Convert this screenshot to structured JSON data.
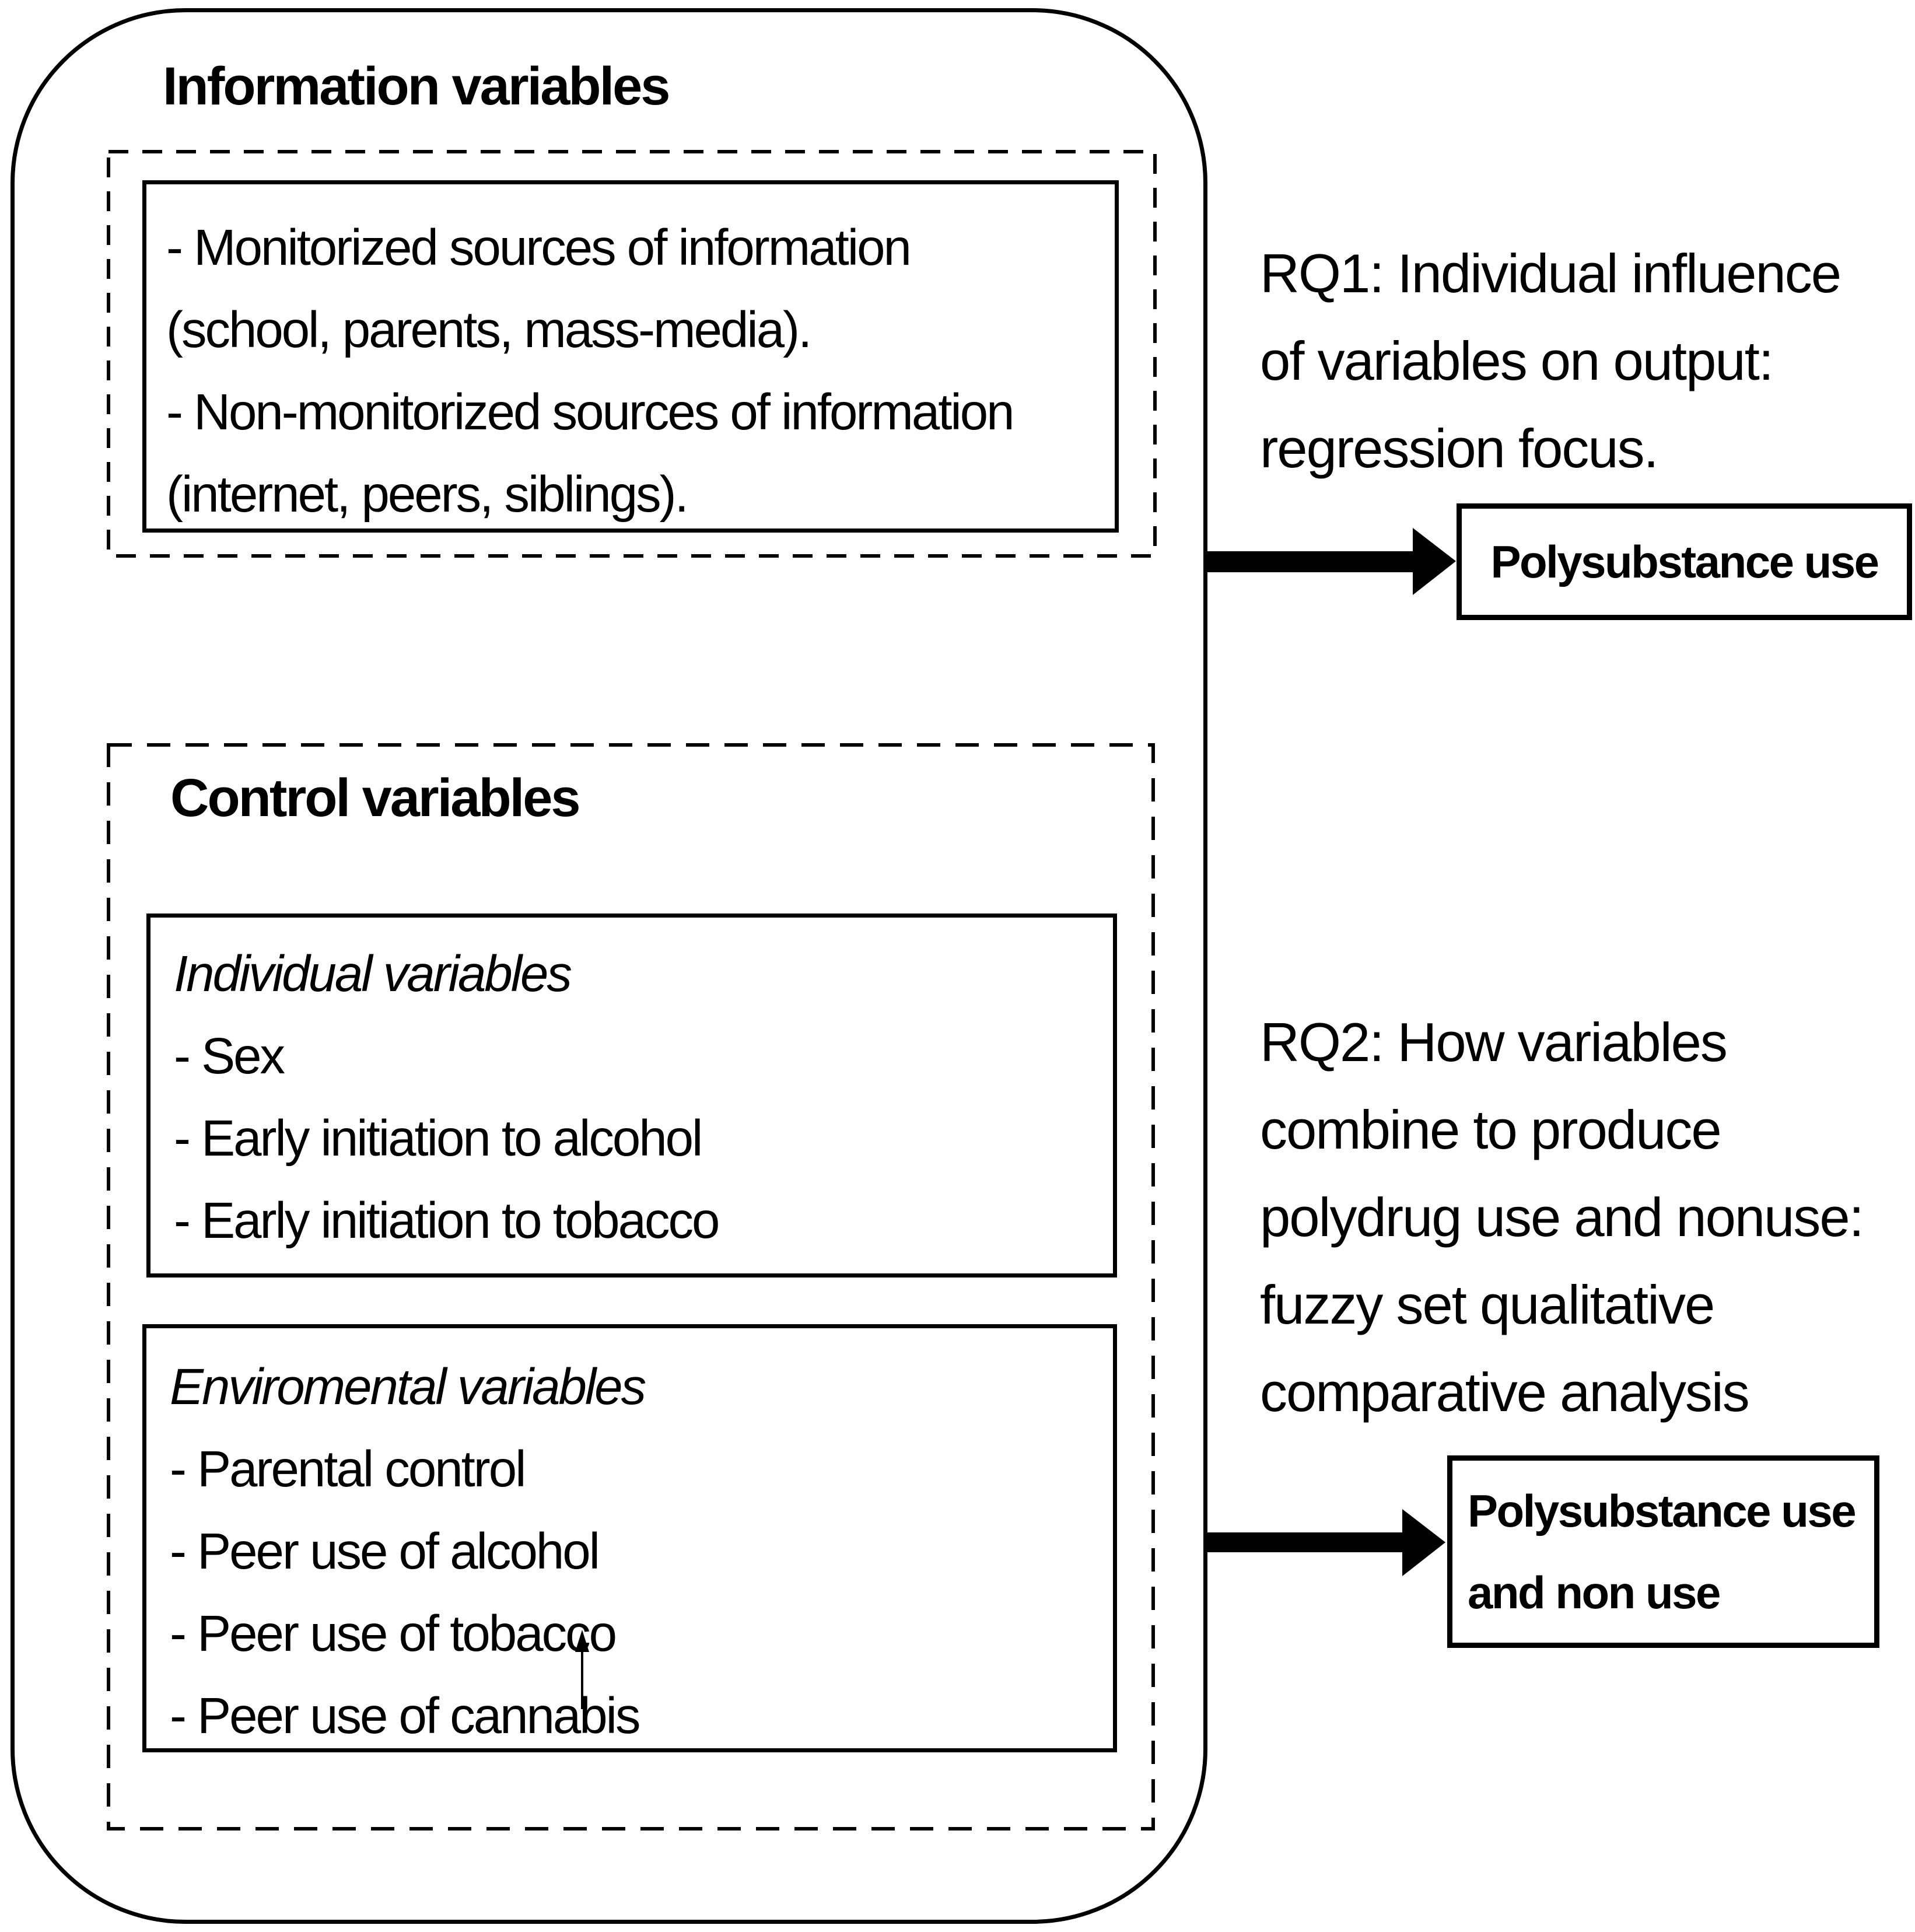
{
  "diagram": {
    "info_section": {
      "title": "Information variables",
      "lines": [
        "- Monitorized sources of information",
        "(school, parents, mass-media).",
        "- Non-monitorized sources of information",
        "(internet, peers, siblings)."
      ]
    },
    "control_section": {
      "title": "Control variables",
      "individual": {
        "title": "Individual variables",
        "items": [
          "- Sex",
          "- Early initiation to alcohol",
          "- Early initiation to tobacco"
        ]
      },
      "environmental": {
        "title": "Enviromental variables",
        "items": [
          "- Parental control",
          "- Peer use of alcohol",
          "- Peer use of tobacco",
          "- Peer use of cannabis"
        ]
      }
    },
    "rq1": {
      "lines": [
        "RQ1: Individual influence",
        "of variables on output:",
        "regression focus."
      ]
    },
    "rq2": {
      "lines": [
        "RQ2: How variables",
        "combine to produce",
        "polydrug use and nonuse:",
        "fuzzy set qualitative",
        "comparative analysis"
      ]
    },
    "outputs": {
      "box1_label": "Polysubstance use",
      "box2_line1": "Polysubstance use",
      "box2_line2": "and non use"
    },
    "colors": {
      "ink": "#000000",
      "background": "#ffffff"
    }
  }
}
